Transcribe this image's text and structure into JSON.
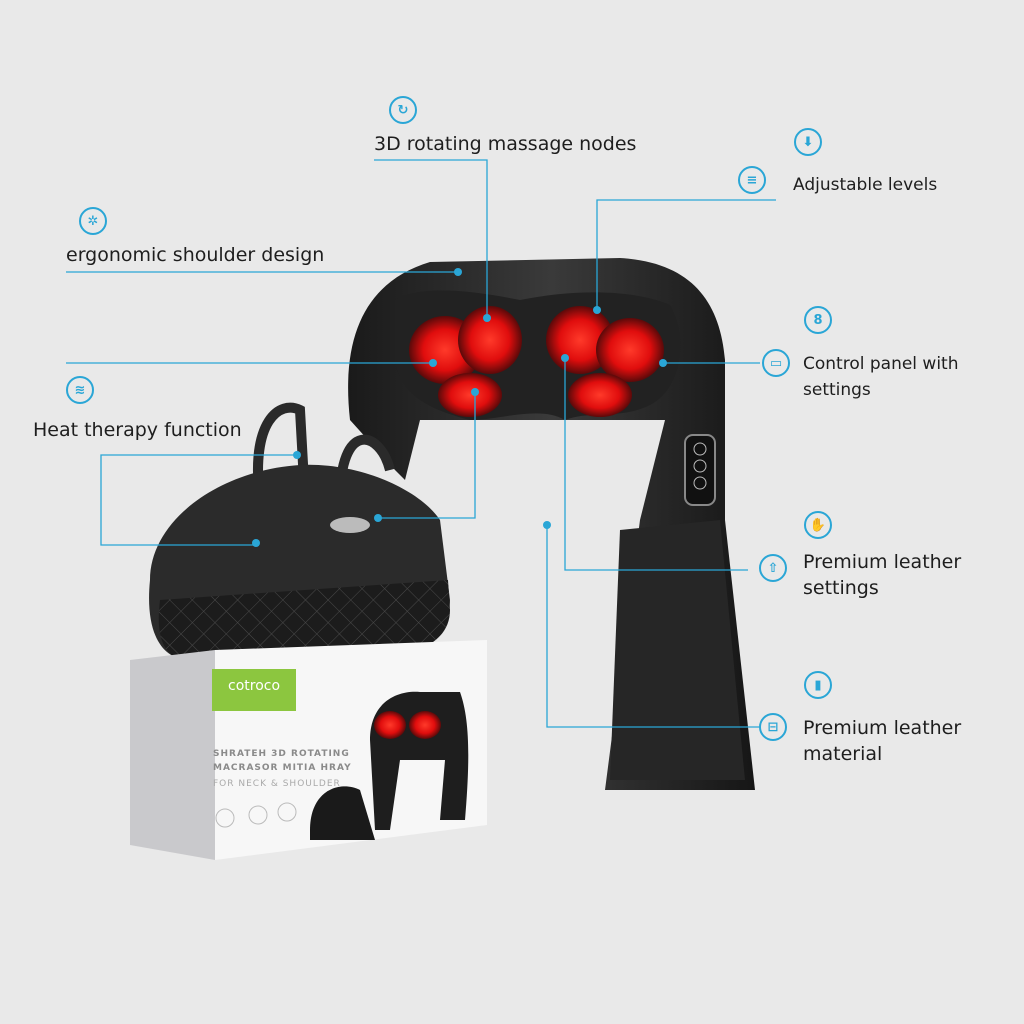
{
  "callouts": {
    "nodes": {
      "label": "3D rotating massage nodes",
      "icon": "rotation-icon"
    },
    "adjustable": {
      "label": "Adjustable levels",
      "icon": "levels-icon"
    },
    "ergonomic": {
      "label": "ergonomic shoulder design",
      "icon": "gear-icon"
    },
    "heat": {
      "label": "Heat therapy function",
      "icon": "heat-icon"
    },
    "control": {
      "line1": "Control panel with",
      "line2": "settings",
      "icon": "control-panel-icon"
    },
    "leather_settings": {
      "line1": "Premium leather",
      "line2": "settings",
      "icon": "upload-icon"
    },
    "leather_material": {
      "line1": "Premium leather",
      "line2": "material",
      "icon": "chart-icon"
    }
  },
  "box": {
    "brand": "cotroco",
    "title_line1": "SHRATEH 3D ROTATING",
    "title_line2": "MACRASOR MITIA HRAY",
    "subtitle": "FOR NECK & SHOULDER"
  },
  "colors": {
    "accent": "#2aa6d6",
    "brand_green": "#8cc63f",
    "heat_red": "#ff1a1a",
    "background": "#e9e9e9"
  }
}
